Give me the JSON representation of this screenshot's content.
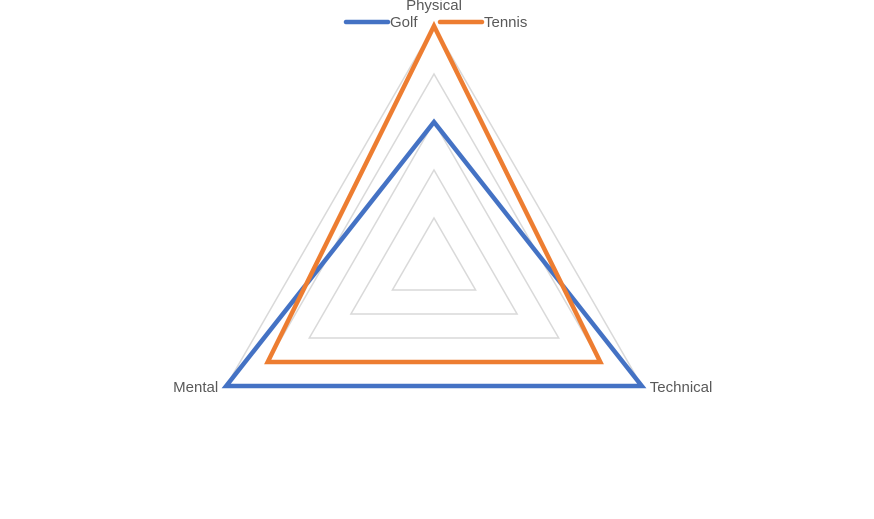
{
  "chart_data": {
    "type": "radar",
    "axes": [
      "Physical",
      "Technical",
      "Mental"
    ],
    "series": [
      {
        "name": "Golf",
        "color": "#4472C4",
        "values": [
          6,
          10,
          10
        ]
      },
      {
        "name": "Tennis",
        "color": "#ED7D31",
        "values": [
          10,
          8,
          8
        ]
      }
    ],
    "rmax": 10,
    "grid_levels": [
      2,
      4,
      6,
      8,
      10
    ],
    "grid": true,
    "grid_color": "#D9D9D9",
    "legend": "top"
  }
}
